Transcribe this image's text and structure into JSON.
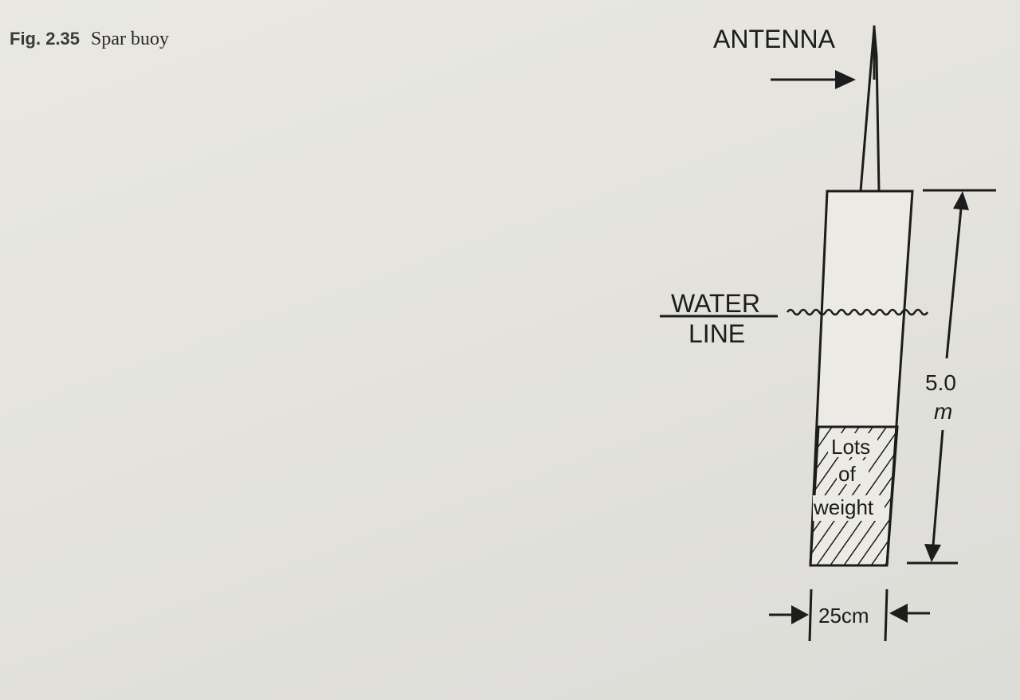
{
  "figure": {
    "number": "Fig. 2.35",
    "title": "Spar buoy"
  },
  "labels": {
    "antenna": "ANTENNA",
    "water_line_top": "WATER",
    "water_line_bottom": "LINE",
    "weight_line1": "Lots",
    "weight_line2": "of",
    "weight_line3": "weight",
    "height_value": "5.0",
    "height_unit": "m",
    "width_value": "25cm"
  }
}
